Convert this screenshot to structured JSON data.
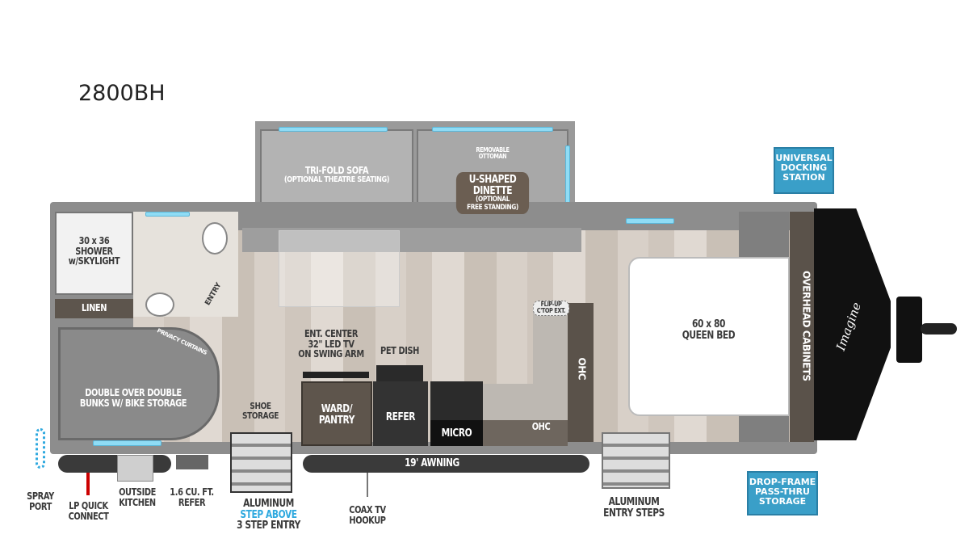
{
  "model": "2800BH",
  "rooms": {
    "sofa": [
      "TRI-FOLD SOFA",
      "(OPTIONAL THEATRE SEATING)"
    ],
    "ottoman": [
      "REMOVABLE",
      "OTTOMAN"
    ],
    "dinette": [
      "U-SHAPED",
      "DINETTE",
      "(OPTIONAL",
      "FREE STANDING)"
    ],
    "shower": [
      "30 x 36",
      "SHOWER",
      "w/SKYLIGHT"
    ],
    "linen": "LINEN",
    "entry": "ENTRY",
    "privacy": "PRIVACY CURTAINS",
    "bunks": [
      "DOUBLE OVER DOUBLE",
      "BUNKS W/ BIKE STORAGE"
    ],
    "ent_center": [
      "ENT. CENTER",
      "32\" LED TV",
      "ON SWING ARM"
    ],
    "pet_dish": "PET DISH",
    "flipup": [
      "FLIP-UP",
      "C'TOP EXT."
    ],
    "shoe": [
      "SHOE",
      "STORAGE"
    ],
    "ward": [
      "WARD/",
      "PANTRY"
    ],
    "refer": "REFER",
    "micro": "MICRO",
    "ohc": "OHC",
    "ohc2": "OHC",
    "bed": [
      "60 x 80",
      "QUEEN BED"
    ],
    "overhead": "OVERHEAD CABINETS",
    "awning": "19' AWNING",
    "brand": "Imagine"
  },
  "callouts": {
    "spray": [
      "SPRAY",
      "PORT"
    ],
    "lp": [
      "LP QUICK",
      "CONNECT"
    ],
    "kitchen": [
      "OUTSIDE",
      "KITCHEN"
    ],
    "refer_out": [
      "1.6 CU. FT.",
      "REFER"
    ],
    "steps": [
      "ALUMINUM",
      "STEP ABOVE",
      "3 STEP ENTRY"
    ],
    "coax": [
      "COAX TV",
      "HOOKUP"
    ],
    "entry_steps": [
      "ALUMINUM",
      "ENTRY STEPS"
    ]
  },
  "badges": {
    "docking": [
      "UNIVERSAL",
      "DOCKING",
      "STATION"
    ],
    "dropframe": [
      "DROP-FRAME",
      "PASS-THRU",
      "STORAGE"
    ]
  },
  "colors": {
    "accent": "#3a9fc8",
    "highlight": "#2fa9df"
  }
}
